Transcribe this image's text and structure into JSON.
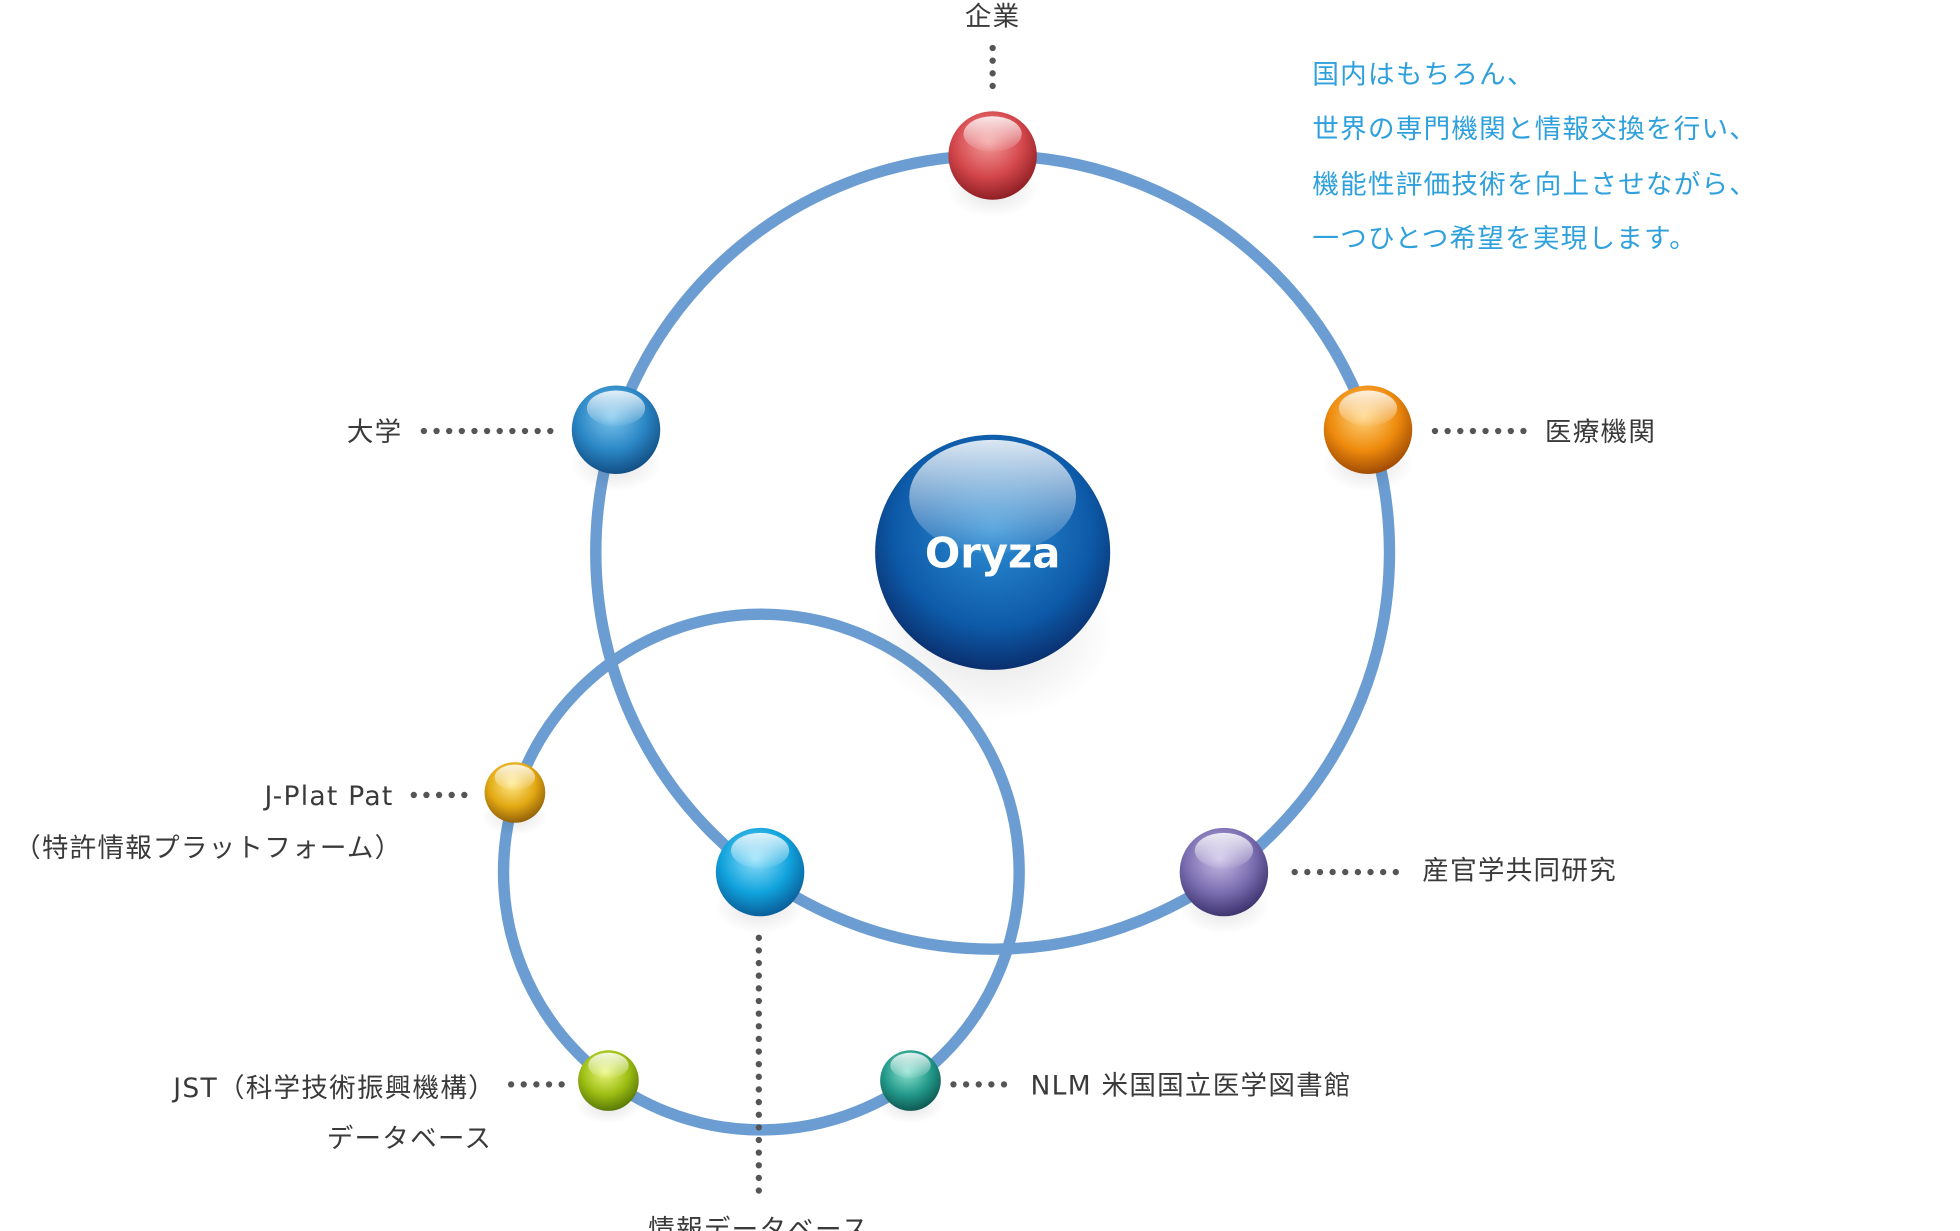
{
  "center": {
    "label": "Oryza"
  },
  "message": {
    "lines": [
      "国内はもちろん、",
      "世界の専門機関と情報交換を行い、",
      "機能性評価技術を向上させながら、",
      "一つひとつ希望を実現します。"
    ]
  },
  "nodes": {
    "company": "企業",
    "university": "大学",
    "medical": "医療機関",
    "joint_research": "産官学共同研究",
    "info_db": "情報データベース",
    "jplat": "J-Plat Pat",
    "jplat_sub": "（特許情報プラットフォーム）",
    "jst": "JST（科学技術振興機構）",
    "jst_sub": "データベース",
    "nlm": "NLM 米国国立医学図書館"
  },
  "colors": {
    "ring": "#6b9dd2",
    "message_text": "#2ea0dc",
    "label_text": "#3a3a3a"
  }
}
